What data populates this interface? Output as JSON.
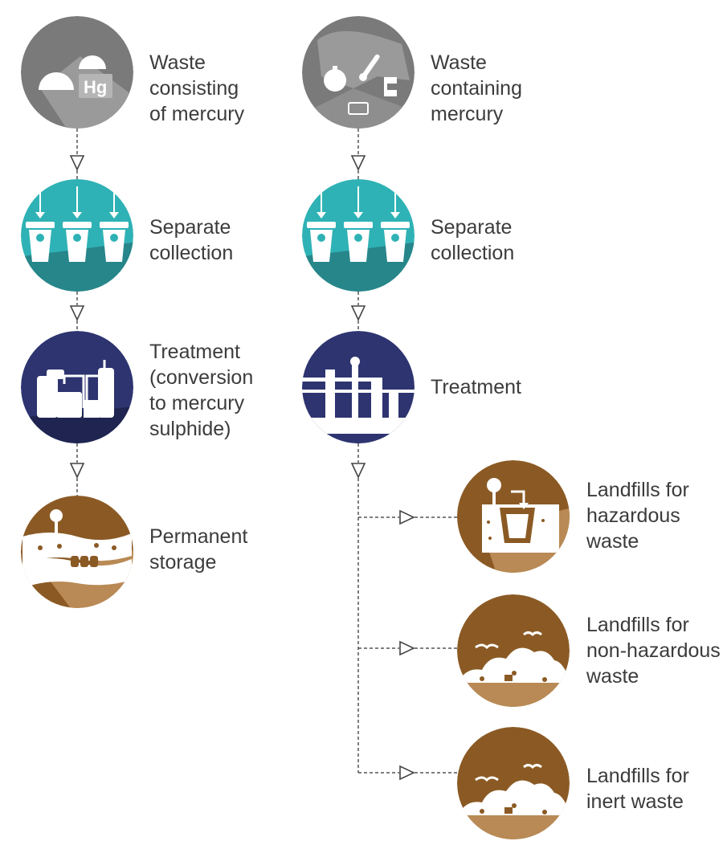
{
  "left": {
    "waste": [
      "Waste",
      "consisting",
      "of mercury"
    ],
    "hg_symbol": "Hg",
    "collection": [
      "Separate",
      "collection"
    ],
    "treatment": [
      "Treatment",
      "(conversion",
      "to mercury",
      "sulphide)"
    ],
    "storage": [
      "Permanent",
      "storage"
    ]
  },
  "right": {
    "waste": [
      "Waste",
      "containing",
      "mercury"
    ],
    "collection": [
      "Separate",
      "collection"
    ],
    "treatment": [
      "Treatment"
    ],
    "hazardous": [
      "Landfills for",
      "hazardous",
      "waste"
    ],
    "nonhazardous": [
      "Landfills for",
      "non-hazardous",
      "waste"
    ],
    "inert": [
      "Landfills for",
      "inert waste"
    ]
  },
  "colors": {
    "grey": "#7a7a7a",
    "teal": "#2fb2b5",
    "navy": "#2d3470",
    "brown": "#8b5a24",
    "line": "#555555"
  }
}
